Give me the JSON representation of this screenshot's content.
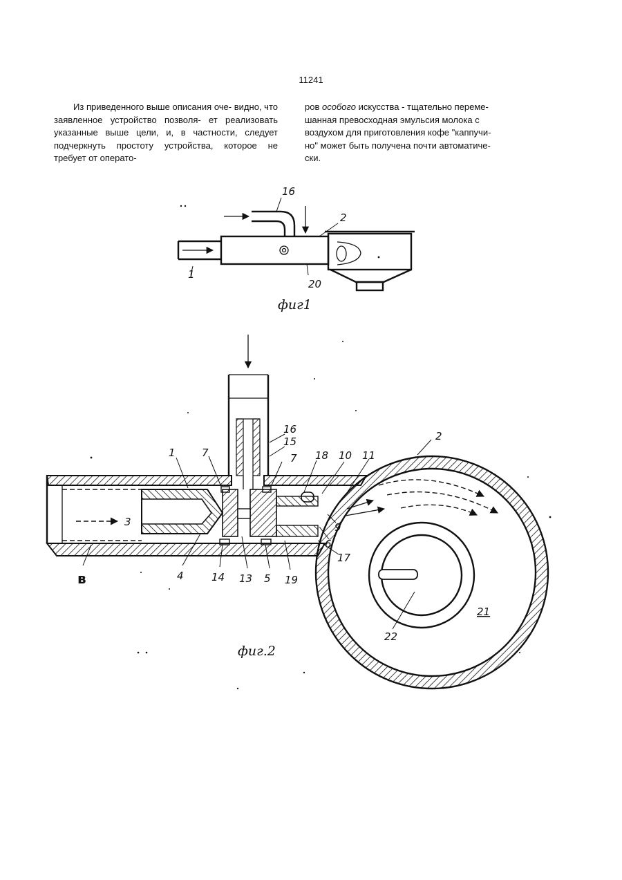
{
  "page_number": "11241",
  "left_column": {
    "lines": [
      "Из приведенного выше описания оче-",
      "видно, что заявленное устройство позволя-",
      "ет реализовать указанные выше цели, и, в",
      "частности, следует подчеркнуть простоту",
      "устройства, которое не требует от операто-"
    ]
  },
  "right_column": {
    "line1_before": "ров ",
    "line1_italic": "особого",
    "line1_after": " искусства - тщательно переме-",
    "lines": [
      "шанная превосходная эмульсия молока с",
      "воздухом для приготовления кофе \"каппучи-",
      "но\" может быть получена почти автоматиче-",
      "ски."
    ]
  },
  "figure1": {
    "caption": "фиг1",
    "labels": [
      "16",
      "2",
      "1",
      "20"
    ]
  },
  "figure2": {
    "caption": "фиг.2",
    "labels": [
      "1",
      "7",
      "16",
      "15",
      "7",
      "18",
      "10",
      "11",
      "2",
      "3",
      "4",
      "14",
      "13",
      "5",
      "19",
      "17",
      "6",
      "9",
      "22",
      "21",
      "в"
    ]
  }
}
